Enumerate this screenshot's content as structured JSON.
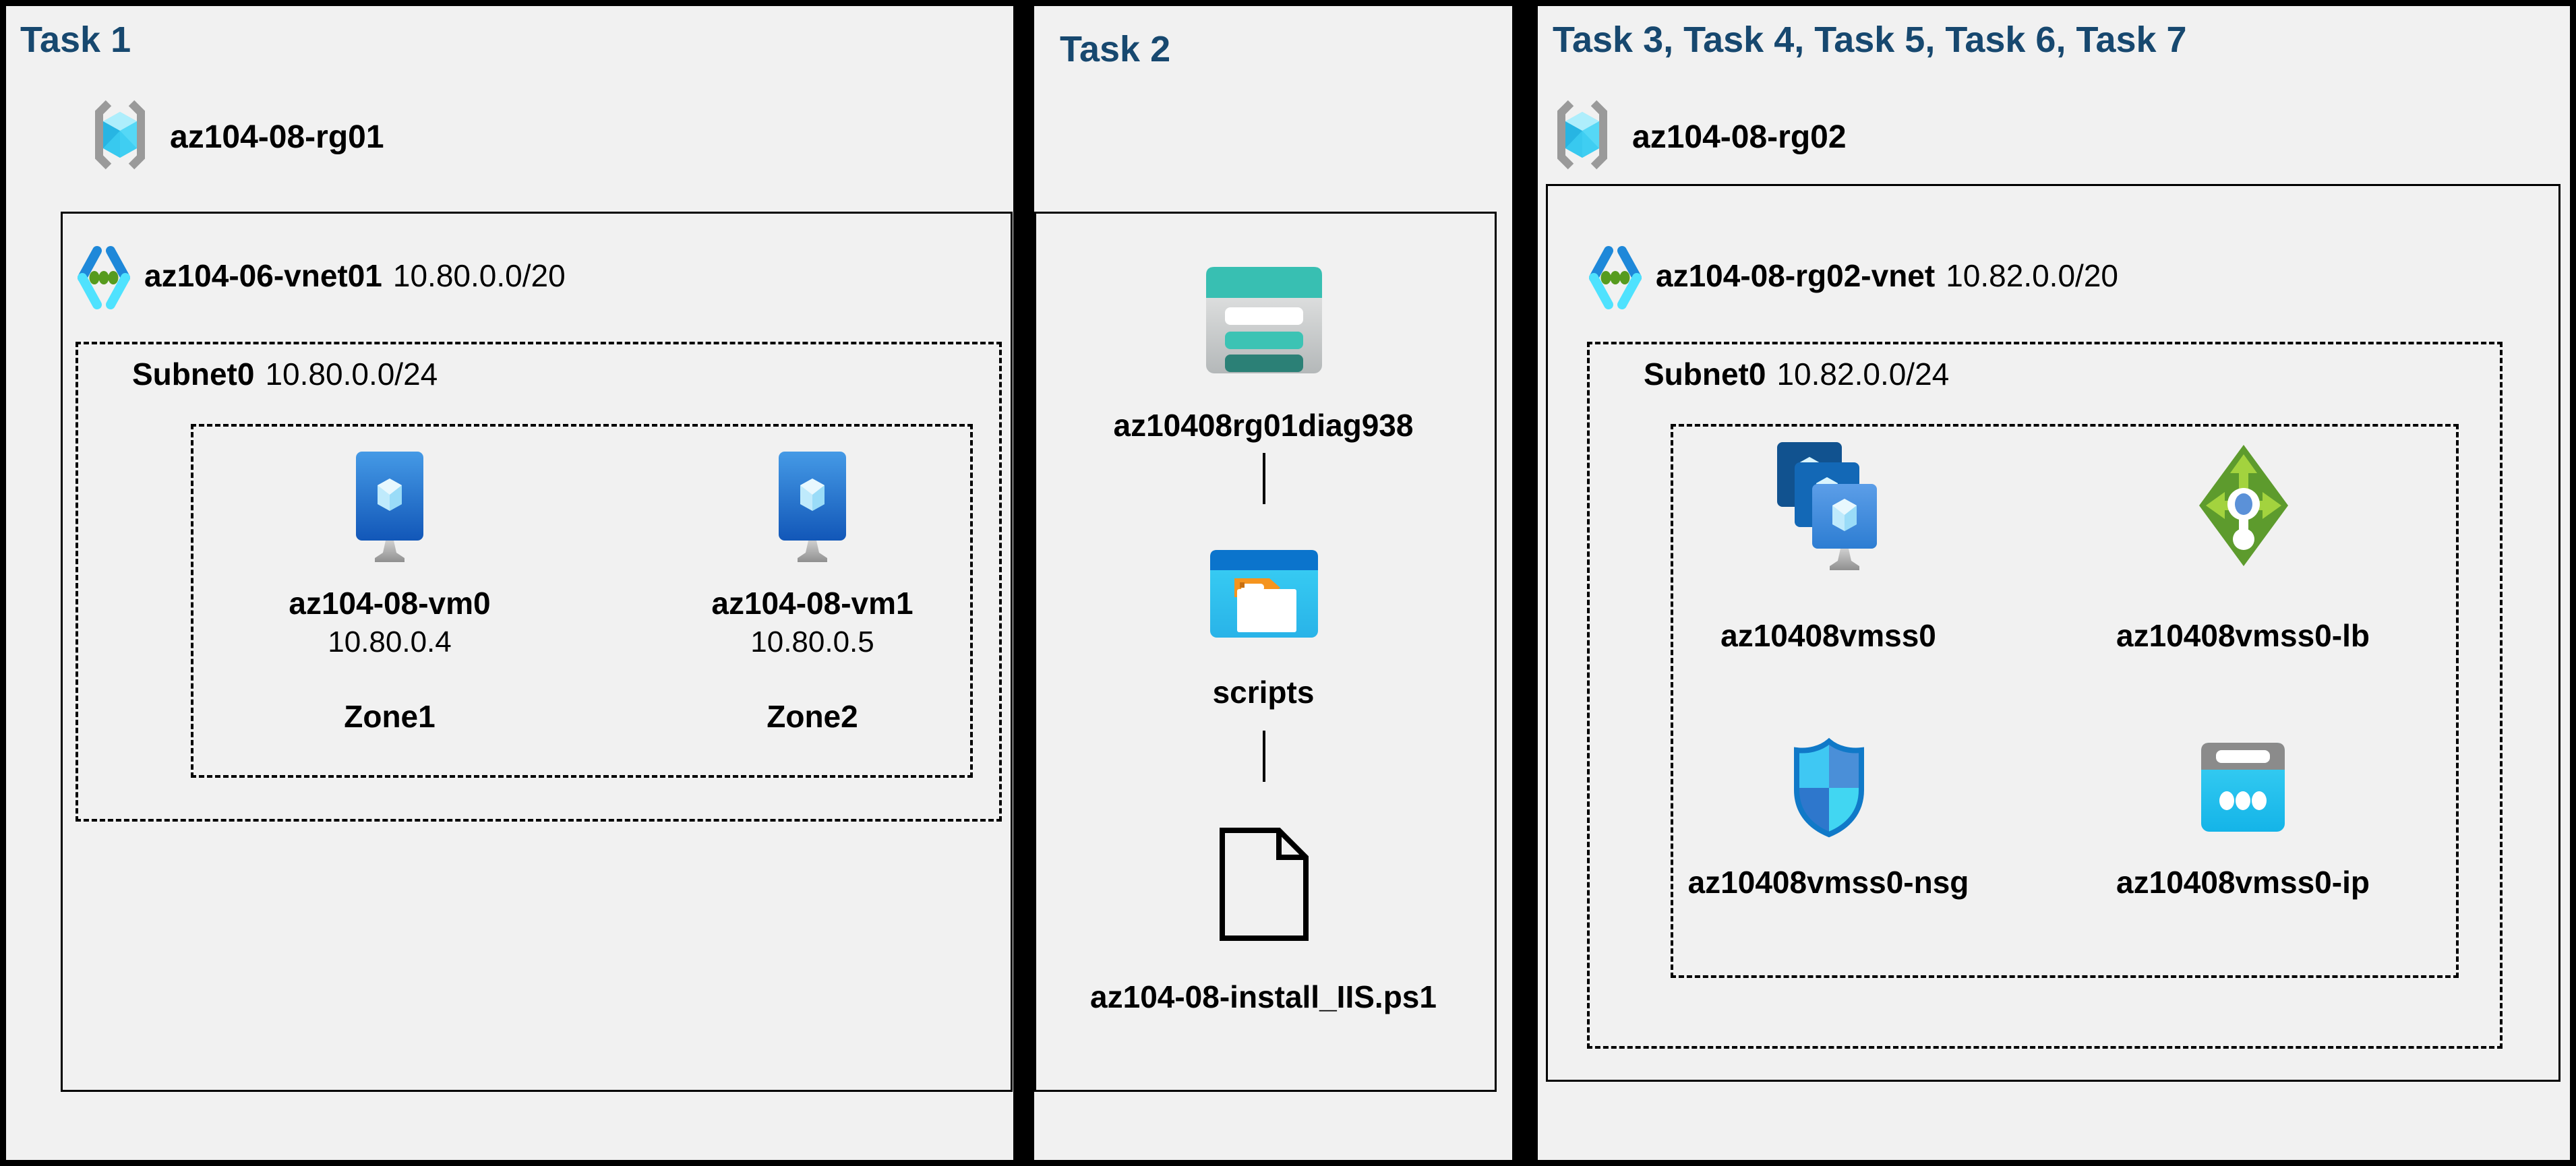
{
  "colors": {
    "background": "#f1f1f1",
    "frame": "#000000",
    "title_navy": "#17486f",
    "label_black": "#000000",
    "vm_blue": "#2d7dd2",
    "vnet_blue": "#1e88d9",
    "vnet_cyan": "#4fe2fe",
    "vnet_green": "#569b1e",
    "storage_teal": "#38bfb2",
    "lb_green": "#5d9b2d",
    "nsg_blue": "#1079c8",
    "ip_cyan": "#2cc8f0",
    "folder_orange": "#f5941e"
  },
  "panels": [
    {
      "title": "Task 1",
      "resource_group": {
        "name": "az104-08-rg01"
      },
      "vnet": {
        "name": "az104-06-vnet01",
        "cidr": "10.80.0.0/20"
      },
      "subnet": {
        "name": "Subnet0",
        "cidr": "10.80.0.0/24"
      },
      "vms": [
        {
          "name": "az104-08-vm0",
          "ip": "10.80.0.4",
          "zone": "Zone1"
        },
        {
          "name": "az104-08-vm1",
          "ip": "10.80.0.5",
          "zone": "Zone2"
        }
      ]
    },
    {
      "title": "Task 2",
      "storage_account": {
        "name": "az10408rg01diag938"
      },
      "container": {
        "name": "scripts"
      },
      "file": {
        "name": "az104-08-install_IIS.ps1"
      }
    },
    {
      "title": "Task 3, Task 4, Task 5, Task 6, Task 7",
      "resource_group": {
        "name": "az104-08-rg02"
      },
      "vnet": {
        "name": "az104-08-rg02-vnet",
        "cidr": "10.82.0.0/20"
      },
      "subnet": {
        "name": "Subnet0",
        "cidr": "10.82.0.0/24"
      },
      "resources": [
        {
          "name": "az10408vmss0"
        },
        {
          "name": "az10408vmss0-lb"
        },
        {
          "name": "az10408vmss0-nsg"
        },
        {
          "name": "az10408vmss0-ip"
        }
      ]
    }
  ]
}
